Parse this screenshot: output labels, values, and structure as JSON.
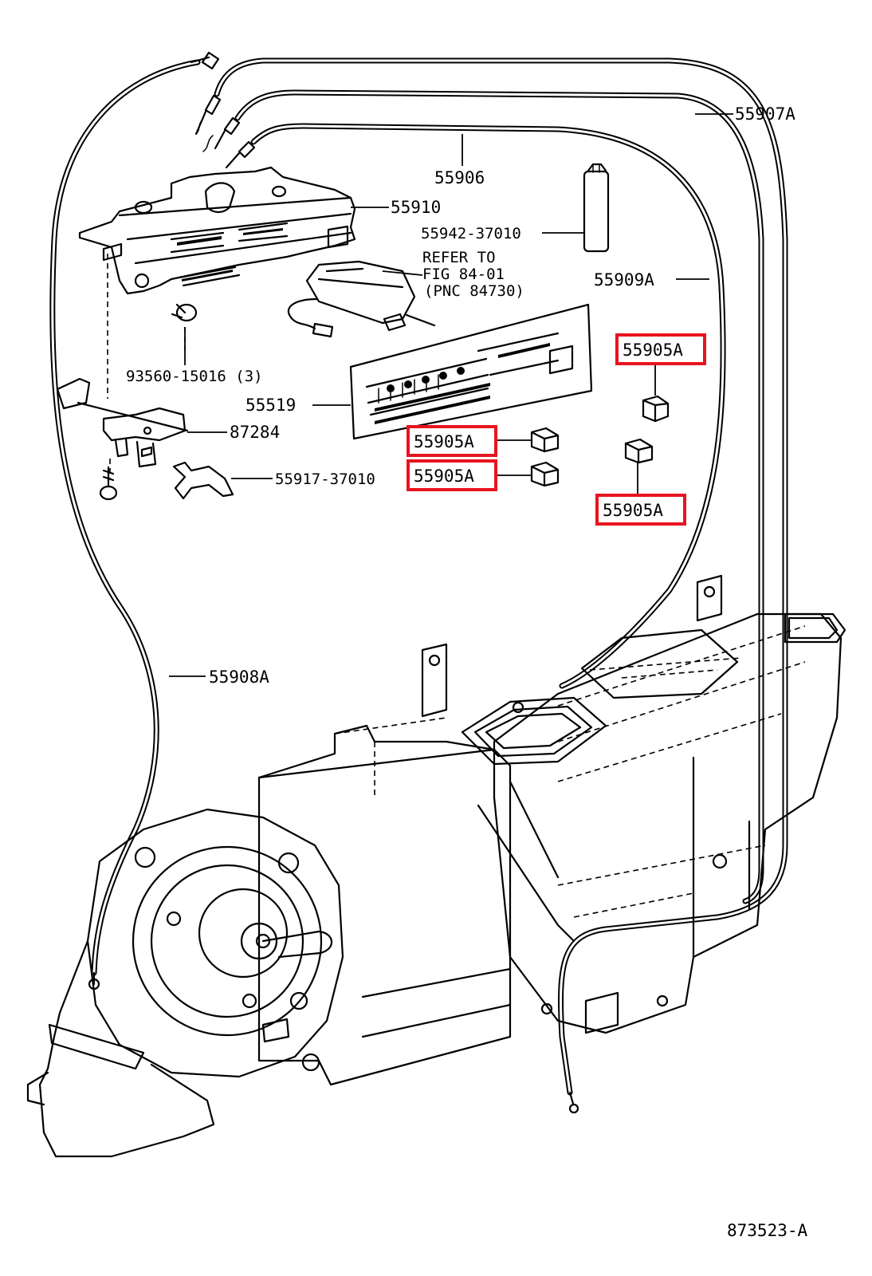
{
  "labels": {
    "p55907A": "55907A",
    "p55906": "55906",
    "p55910": "55910",
    "p55942": "55942-37010",
    "refer_line1": "REFER TO",
    "refer_line2": "FIG 84-01",
    "refer_line3": "(PNC 84730)",
    "p55909A": "55909A",
    "p93560": "93560-15016 (3)",
    "p55519": "55519",
    "p87284": "87284",
    "p55917": "55917-37010",
    "p55908A": "55908A",
    "p55905A_top_right": "55905A",
    "p55905A_mid_left": "55905A",
    "p55905A_low_left": "55905A",
    "p55905A_low_right": "55905A",
    "figure_id": "873523-A"
  },
  "highlight_color": "#e8141e"
}
